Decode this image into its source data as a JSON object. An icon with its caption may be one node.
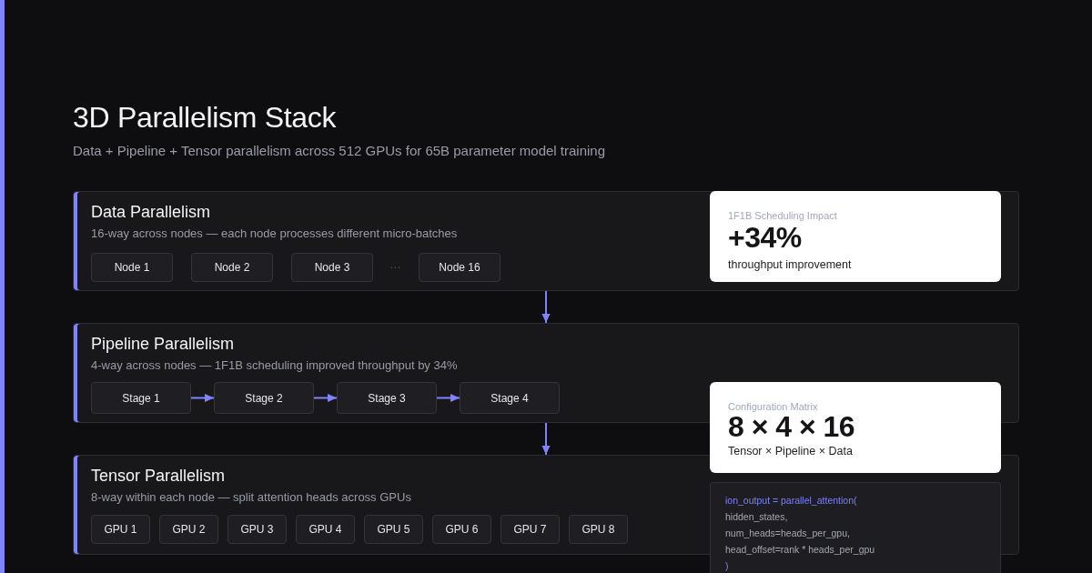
{
  "diagram": {
    "title": "3D Parallelism Stack",
    "nodes": [
      {
        "text": [
          "Data Parallelism",
          "16-way across nodes — each node processes different micro-batches"
        ]
      },
      {
        "text": [
          "Node 1"
        ],
        "in": 0
      },
      {
        "text": [
          "Node 2"
        ],
        "in": 0
      },
      {
        "text": [
          "Node 3"
        ],
        "in": 0
      },
      {
        "text": [
          "Node 16"
        ],
        "in": 0
      },
      {
        "text": [
          "Pipeline Parallelism",
          "4-way across nodes — 1F1B scheduling improved throughput by 34%"
        ]
      },
      {
        "text": [
          "Stage 1"
        ],
        "in": 5
      },
      {
        "text": [
          "Stage 2"
        ],
        "in": 5
      },
      {
        "text": [
          "Stage 3"
        ],
        "in": 5
      },
      {
        "text": [
          "Stage 4"
        ],
        "in": 5
      },
      {
        "text": [
          "Tensor Parallelism",
          "8-way within each node — split attention heads across GPUs"
        ]
      },
      {
        "text": [
          "GPU 1"
        ],
        "in": 10
      },
      {
        "text": [
          "GPU 2"
        ],
        "in": 10
      },
      {
        "text": [
          "GPU 3"
        ],
        "in": 10
      },
      {
        "text": [
          "GPU 4"
        ],
        "in": 10
      },
      {
        "text": [
          "GPU 5"
        ],
        "in": 10
      },
      {
        "text": [
          "GPU 6"
        ],
        "in": 10
      },
      {
        "text": [
          "GPU 7"
        ],
        "in": 10
      },
      {
        "text": [
          "GPU 8"
        ],
        "in": 10
      },
      {
        "text": [
          "1F1B Scheduling Impact",
          "+34%",
          "throughput improvement"
        ],
        "in": 0
      },
      {
        "text": [
          "Configuration Matrix",
          "8 × 4 × 16",
          "Tensor × Pipeline × Data"
        ]
      },
      {
        "text": [
          "ion_output = parallel_attention(",
          "hidden_states,",
          "num_heads=heads_per_gpu,",
          "head_offset=rank * heads_per_gpu",
          ")"
        ]
      }
    ],
    "edges": [
      {
        "from": 0,
        "to": 5,
        "arrow": "to"
      },
      {
        "from": 6,
        "to": 7,
        "arrow": "to"
      },
      {
        "from": 7,
        "to": 8,
        "arrow": "to"
      },
      {
        "from": 8,
        "to": 9,
        "arrow": "to"
      },
      {
        "from": 5,
        "to": 10,
        "arrow": "to"
      }
    ],
    "labels": [
      "Data + Pipeline + Tensor parallelism across 512 GPUs for 65B parameter model training",
      "…"
    ]
  }
}
